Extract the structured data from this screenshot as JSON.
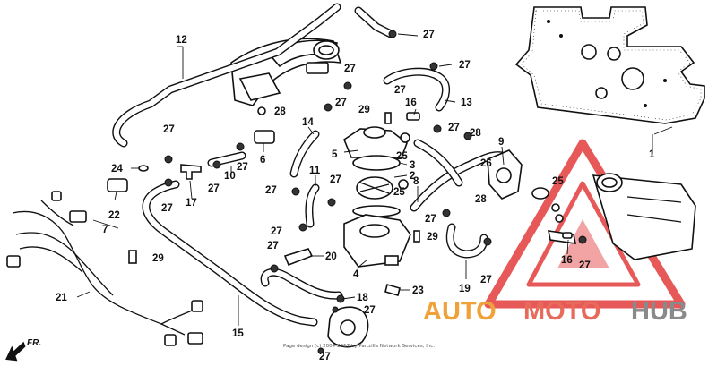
{
  "diagram": {
    "copyright": "Page design (c) 2004-2017 by Partzilla Network Services, Inc.",
    "direction": "FR.",
    "callouts": [
      {
        "id": "c1",
        "text": "1"
      },
      {
        "id": "c2",
        "text": "2"
      },
      {
        "id": "c3",
        "text": "3"
      },
      {
        "id": "c4",
        "text": "4"
      },
      {
        "id": "c5",
        "text": "5"
      },
      {
        "id": "c6",
        "text": "6"
      },
      {
        "id": "c7",
        "text": "7"
      },
      {
        "id": "c8",
        "text": "8"
      },
      {
        "id": "c9",
        "text": "9"
      },
      {
        "id": "c10",
        "text": "10"
      },
      {
        "id": "c11",
        "text": "11"
      },
      {
        "id": "c12",
        "text": "12"
      },
      {
        "id": "c13",
        "text": "13"
      },
      {
        "id": "c14",
        "text": "14"
      },
      {
        "id": "c15",
        "text": "15"
      },
      {
        "id": "c16",
        "text": "16"
      },
      {
        "id": "c16b",
        "text": "16"
      },
      {
        "id": "c17",
        "text": "17"
      },
      {
        "id": "c18",
        "text": "18"
      },
      {
        "id": "c19",
        "text": "19"
      },
      {
        "id": "c20",
        "text": "20"
      },
      {
        "id": "c21",
        "text": "21"
      },
      {
        "id": "c22",
        "text": "22"
      },
      {
        "id": "c23",
        "text": "23"
      },
      {
        "id": "c24",
        "text": "24"
      },
      {
        "id": "c25",
        "text": "25"
      },
      {
        "id": "c25b",
        "text": "25"
      },
      {
        "id": "c25c",
        "text": "25"
      },
      {
        "id": "c26",
        "text": "26"
      },
      {
        "id": "c27a",
        "text": "27"
      },
      {
        "id": "c27b",
        "text": "27"
      },
      {
        "id": "c27c",
        "text": "27"
      },
      {
        "id": "c27d",
        "text": "27"
      },
      {
        "id": "c27e",
        "text": "27"
      },
      {
        "id": "c27f",
        "text": "27"
      },
      {
        "id": "c27g",
        "text": "27"
      },
      {
        "id": "c27h",
        "text": "27"
      },
      {
        "id": "c27i",
        "text": "27"
      },
      {
        "id": "c27j",
        "text": "27"
      },
      {
        "id": "c27k",
        "text": "27"
      },
      {
        "id": "c27l",
        "text": "27"
      },
      {
        "id": "c27m",
        "text": "27"
      },
      {
        "id": "c27n",
        "text": "27"
      },
      {
        "id": "c27o",
        "text": "27"
      },
      {
        "id": "c27p",
        "text": "27"
      },
      {
        "id": "c27q",
        "text": "27"
      },
      {
        "id": "c27r",
        "text": "27"
      },
      {
        "id": "c27s",
        "text": "27"
      },
      {
        "id": "c28",
        "text": "28"
      },
      {
        "id": "c28b",
        "text": "28"
      },
      {
        "id": "c28c",
        "text": "28"
      },
      {
        "id": "c29",
        "text": "29"
      },
      {
        "id": "c29b",
        "text": "29"
      },
      {
        "id": "c29c",
        "text": "29"
      }
    ]
  },
  "watermark": {
    "brand_part1": "AUTO",
    "brand_part2": "MOTO",
    "brand_part3": "HUB",
    "colors": {
      "auto": "#f0a23a",
      "moto": "#e86a5a",
      "hub": "#8a8a8a",
      "triangle": "#e33b3b"
    }
  }
}
